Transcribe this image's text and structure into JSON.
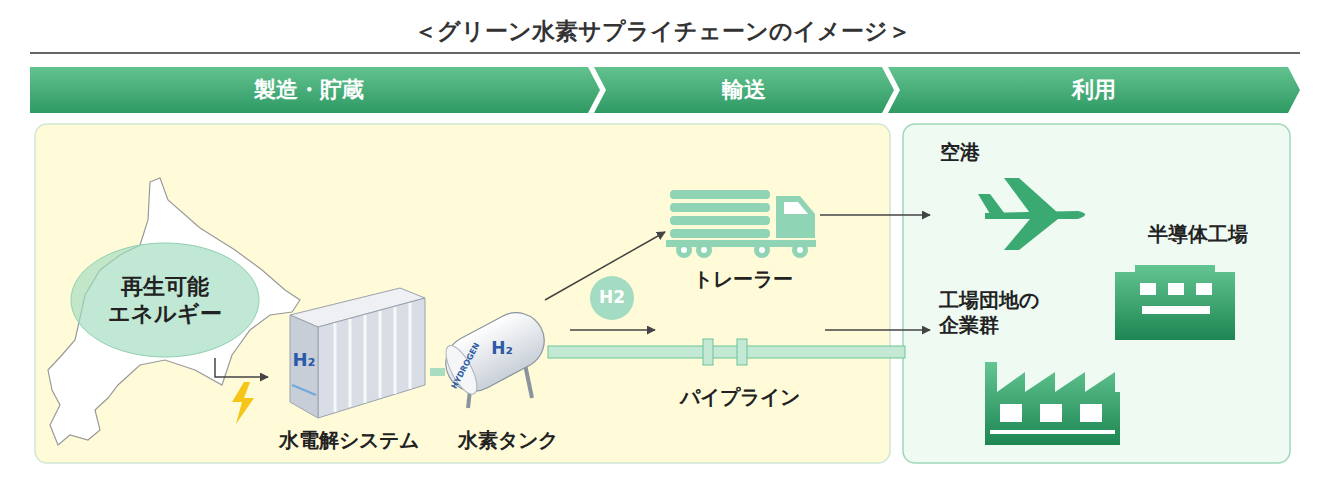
{
  "diagram": {
    "title": "＜グリーン水素サプライチェーンのイメージ＞",
    "nodes": [
      {
        "text": [
          "製造・貯蔵"
        ]
      },
      {
        "text": [
          "輸送"
        ]
      },
      {
        "text": [
          "利用"
        ]
      },
      {
        "text": [
          "再生可能 エネルギー"
        ]
      },
      {
        "text": [
          "水電解システム"
        ]
      },
      {
        "text": [
          "水素タンク"
        ]
      },
      {
        "text": [
          "トレーラー"
        ]
      },
      {
        "text": [
          "H2"
        ]
      },
      {
        "text": [
          "パイプライン"
        ]
      },
      {
        "text": [
          "空港"
        ]
      },
      {
        "text": [
          "半導体工場"
        ]
      },
      {
        "text": [
          "工場団地の 企業群"
        ]
      }
    ],
    "edges": [
      {
        "from": 3,
        "to": 4,
        "arrow": "to"
      },
      {
        "from": 4,
        "to": 5,
        "arrow": "none"
      },
      {
        "from": 5,
        "to": 6,
        "arrow": "to"
      },
      {
        "from": 5,
        "to": 8,
        "arrow": "to"
      },
      {
        "from": 6,
        "to": 9,
        "arrow": "to"
      },
      {
        "from": 8,
        "to": 11,
        "arrow": "to"
      }
    ],
    "labels": [
      "H₂",
      "HYDROGEN",
      "H₂"
    ]
  }
}
